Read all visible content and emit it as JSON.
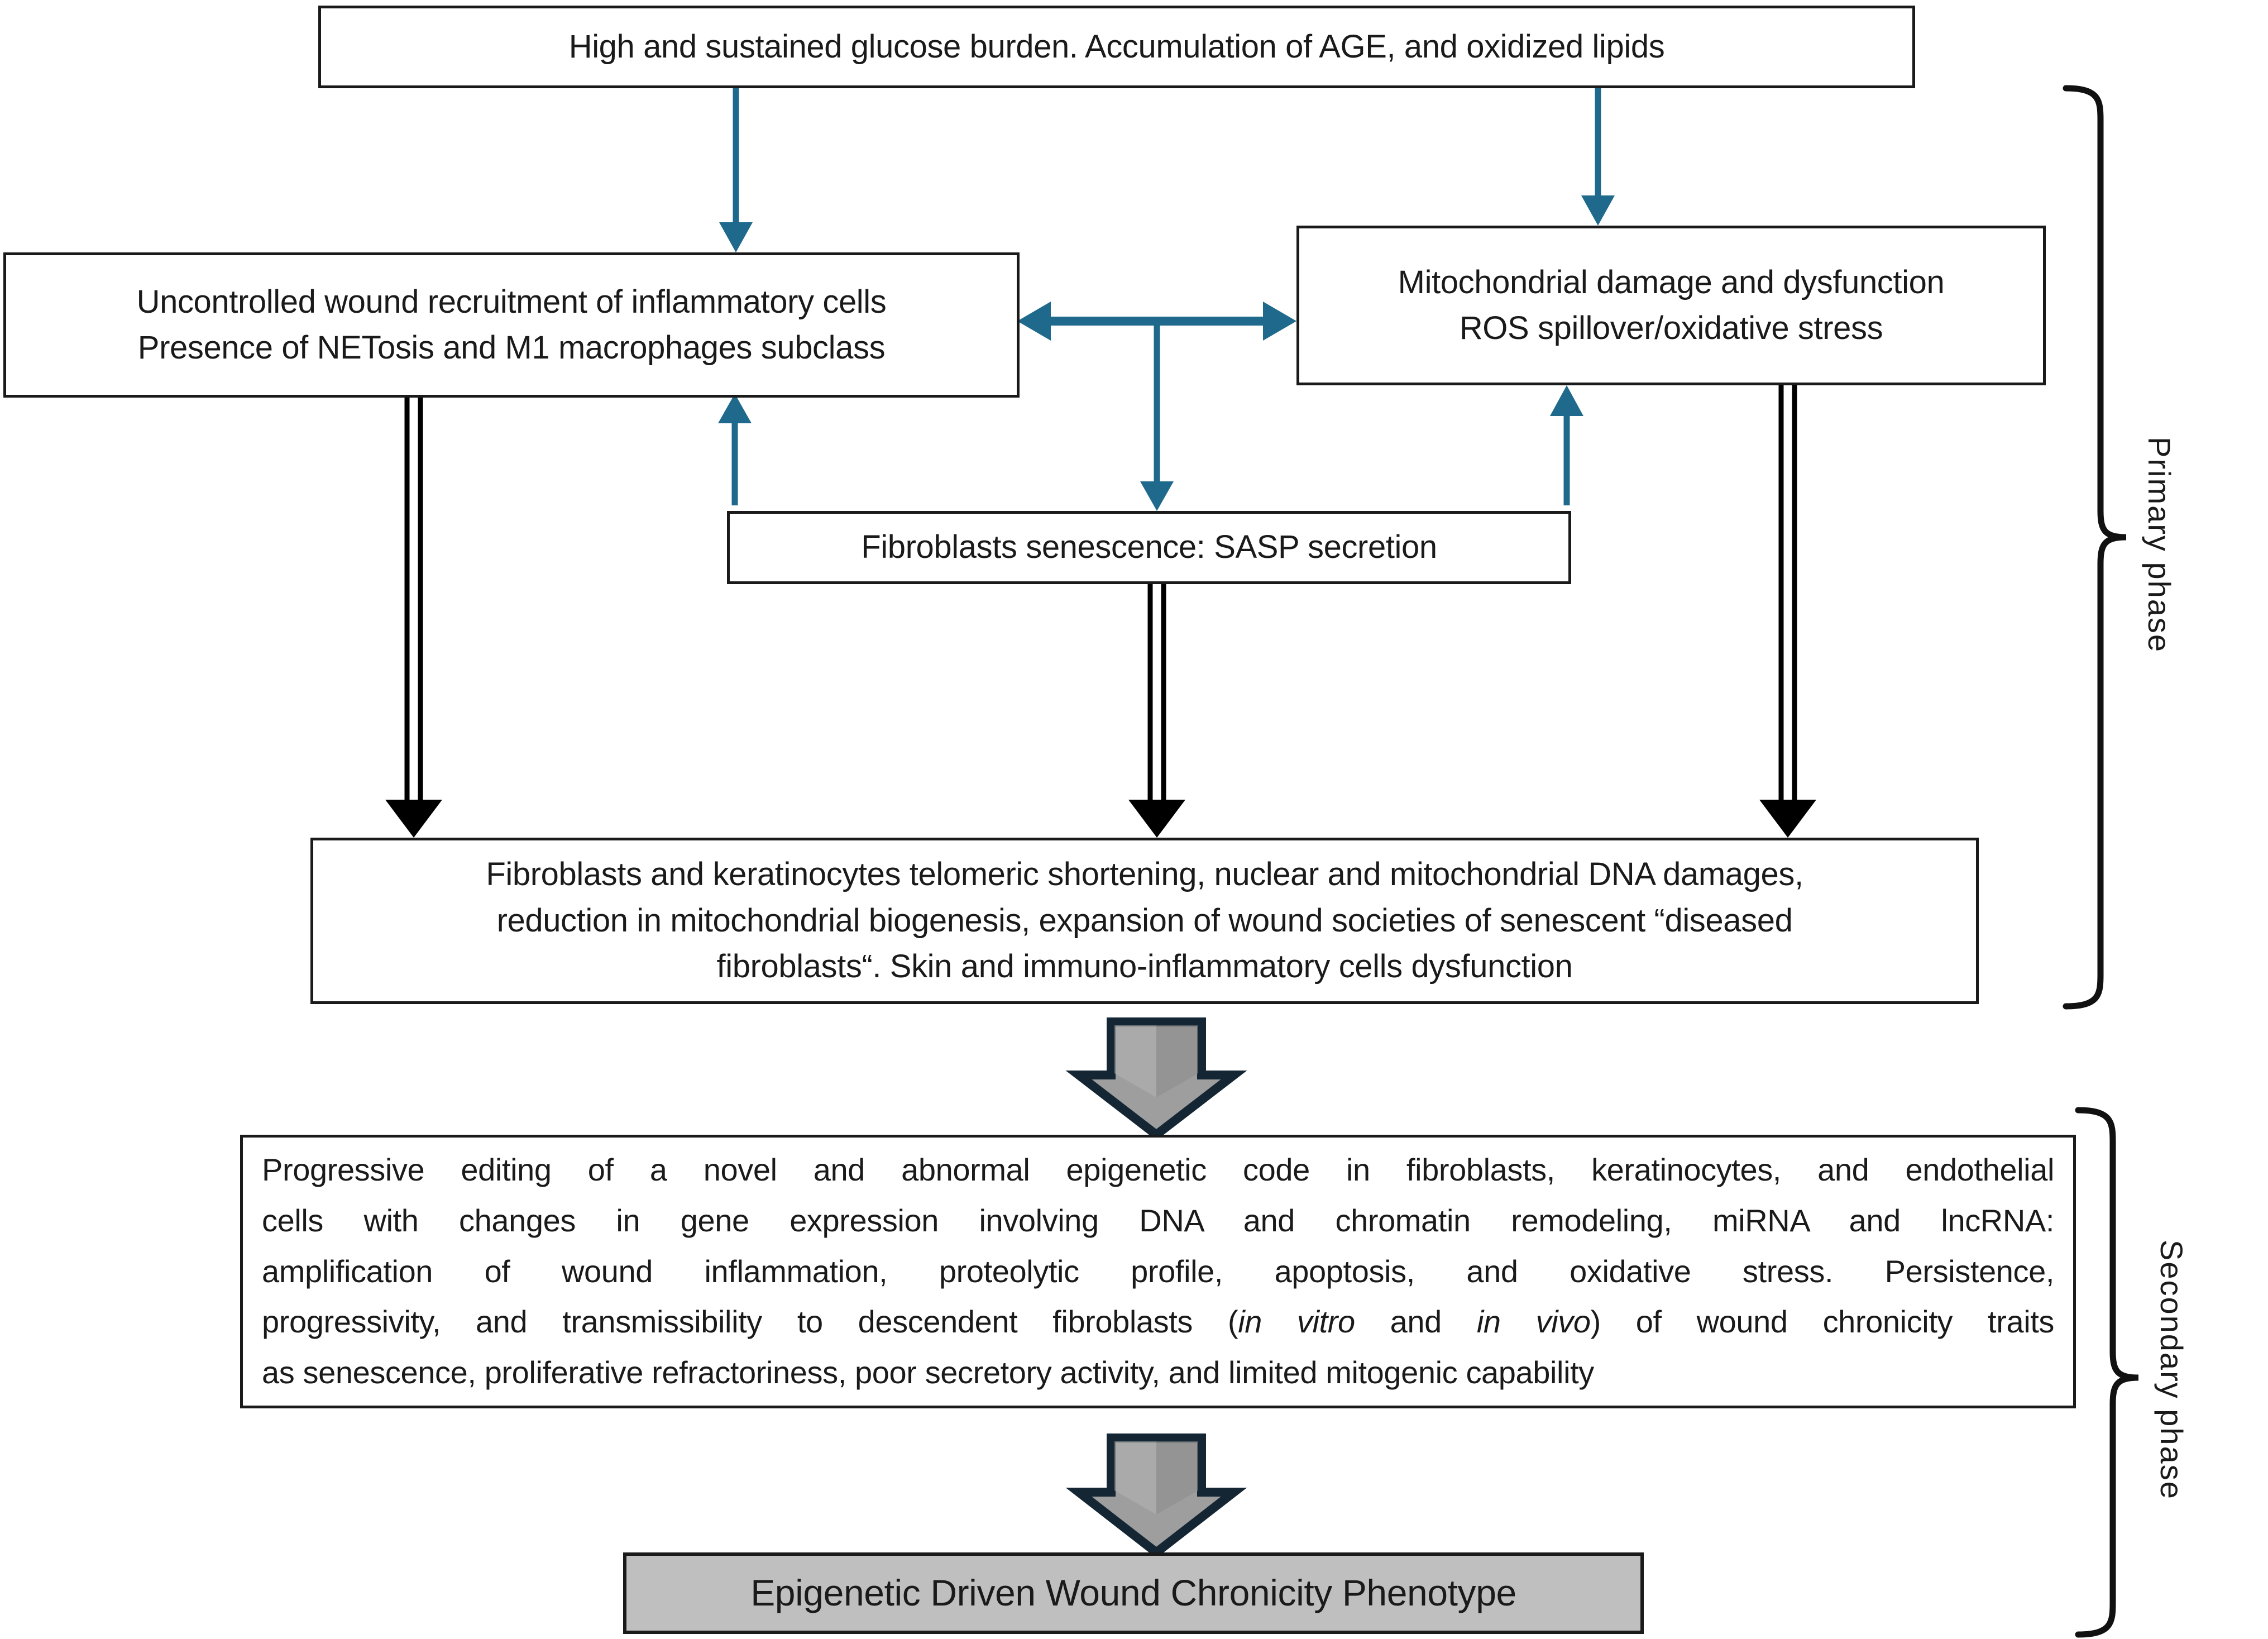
{
  "figure": {
    "type": "flowchart",
    "title": "Epigenetic driven wound chronicity pathway",
    "colors": {
      "box_border": "#1a1a1a",
      "box_fill": "#ffffff",
      "accent_arrow": "#1f6a8c",
      "plain_arrow": "#000000",
      "block_arrow_fill": "#9e9e9e",
      "block_arrow_outline": "#142634",
      "phenotype_fill": "#bfbfbf",
      "text": "#1a1a1a"
    }
  },
  "nodes": {
    "glucose_burden": {
      "lines": [
        "High and sustained glucose burden. Accumulation of AGE, and oxidized lipids"
      ]
    },
    "inflammatory_cells": {
      "lines": [
        "Uncontrolled wound recruitment of inflammatory cells",
        "Presence of NETosis and M1 macrophages subclass"
      ]
    },
    "mitochondrial_damage": {
      "lines": [
        "Mitochondrial damage and dysfunction",
        "ROS spillover/oxidative stress"
      ]
    },
    "fibroblast_senescence": {
      "lines": [
        "Fibroblasts senescence:  SASP secretion"
      ]
    },
    "telomeric_shortening": {
      "lines": [
        "Fibroblasts and keratinocytes telomeric shortening, nuclear and mitochondrial DNA damages,",
        "reduction in mitochondrial biogenesis, expansion of wound societies of senescent “diseased",
        "fibroblasts“. Skin and immuno-inflammatory cells dysfunction"
      ]
    },
    "epigenetic_code": {
      "lines": [
        "Progressive editing of a novel and abnormal epigenetic code in fibroblasts, keratinocytes, and endothelial",
        "cells with changes in gene expression involving DNA and chromatin remodeling, miRNA and lncRNA:",
        "amplification of wound inflammation, proteolytic profile, apoptosis, and oxidative stress. Persistence,",
        "progressivity, and transmissibility to descendent fibroblasts (in vitro and in vivo) of wound chronicity traits",
        "as senescence, proliferative refractoriness, poor secretory activity, and limited mitogenic capability"
      ],
      "line4_parts": {
        "a": "progressivity, and transmissibility to descendent fibroblasts (",
        "italic1": "in vitro",
        "b": " and ",
        "italic2": "in vivo",
        "c": ") of wound chronicity traits"
      }
    },
    "phenotype": {
      "lines": [
        "Epigenetic Driven Wound Chronicity Phenotype"
      ]
    }
  },
  "phase_brackets": {
    "primary": {
      "label": "Primary phase"
    },
    "secondary": {
      "label": "Secondary phase"
    }
  },
  "edges": [
    {
      "name": "glucose-to-inflammatory",
      "style": "teal-arrow",
      "direction": "down"
    },
    {
      "name": "glucose-to-mitochondrial",
      "style": "teal-arrow",
      "direction": "down"
    },
    {
      "name": "inflammatory-mitochondrial-bidirectional",
      "style": "teal-arrow",
      "direction": "both"
    },
    {
      "name": "junction-to-senescence",
      "style": "teal-arrow",
      "direction": "down"
    },
    {
      "name": "senescence-to-inflammatory",
      "style": "teal-arrow",
      "direction": "up"
    },
    {
      "name": "senescence-to-mitochondrial",
      "style": "teal-arrow",
      "direction": "up"
    },
    {
      "name": "inflammatory-to-telomeric",
      "style": "double-line-arrow",
      "direction": "down"
    },
    {
      "name": "senescence-to-telomeric",
      "style": "double-line-arrow",
      "direction": "down"
    },
    {
      "name": "mitochondrial-to-telomeric",
      "style": "double-line-arrow",
      "direction": "down"
    },
    {
      "name": "telomeric-to-epigenetic",
      "style": "gray-block-arrow",
      "direction": "down"
    },
    {
      "name": "epigenetic-to-phenotype",
      "style": "gray-block-arrow",
      "direction": "down"
    }
  ]
}
